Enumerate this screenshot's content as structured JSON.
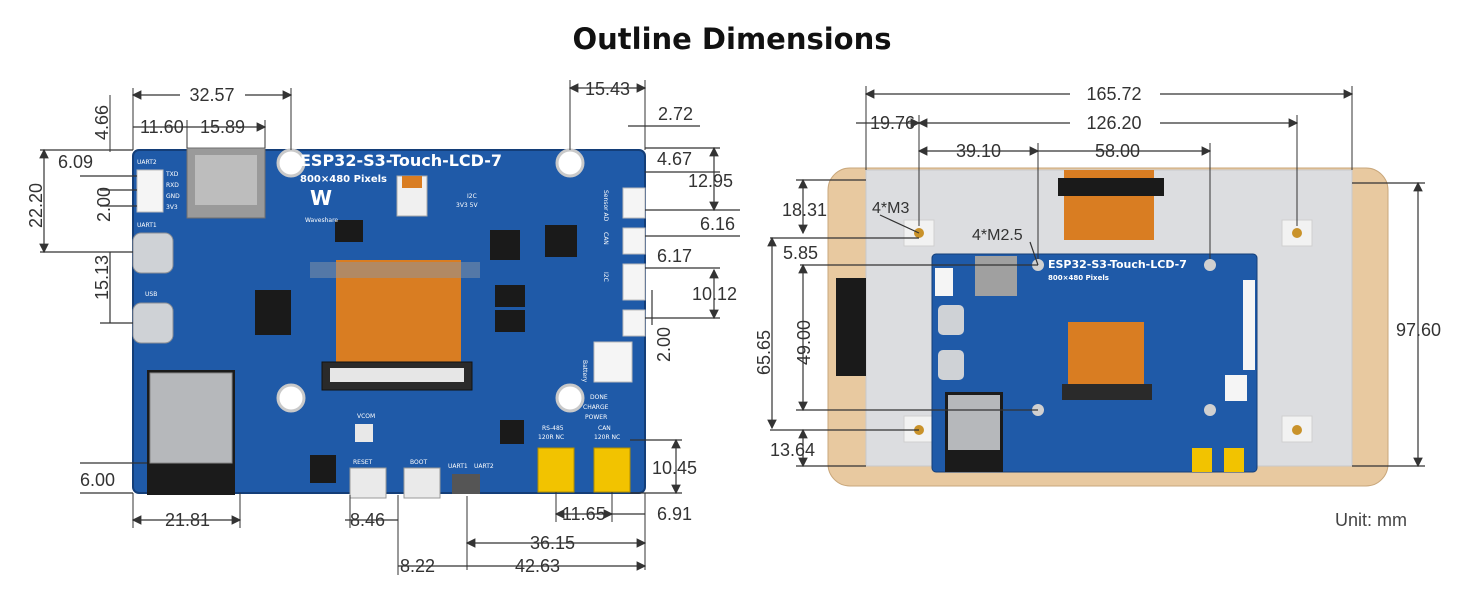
{
  "title": "Outline Dimensions",
  "unit": "Unit: mm",
  "left_board": {
    "board_name": "ESP32-S3-Touch-LCD-7",
    "resolution": "800×480 Pixels",
    "brand": "Waveshare",
    "silkscreen": {
      "uart2": "UART2",
      "uart1": "UART1",
      "usb": "USB",
      "txd": "TXD",
      "rxd": "RXD",
      "gnd": "GND",
      "v33": "3V3",
      "i2c": "I2C",
      "i2c_volt": "3V3 5V",
      "sensor_ad": "Sensor AD",
      "can": "CAN",
      "i2c_side": "I2C",
      "vcom": "VCOM",
      "reset": "RESET",
      "boot": "BOOT",
      "uart1_sw": "UART1",
      "uart2_sw": "UART2",
      "rs485": "RS-485",
      "can_term": "CAN",
      "term1": "120R NC",
      "term2": "120R NC",
      "done": "DONE",
      "charge": "CHARGE",
      "power": "POWER",
      "battery": "Battery"
    },
    "dimensions": {
      "d1": "32.57",
      "d2": "15.43",
      "d3": "4.66",
      "d4": "11.60",
      "d5": "15.89",
      "d6": "2.72",
      "d7": "4.67",
      "d8": "12.95",
      "d9": "6.09",
      "d10": "22.20",
      "d11": "2.00",
      "d12": "6.16",
      "d13": "6.17",
      "d14": "15.13",
      "d15": "10.12",
      "d16": "2.00",
      "d17": "10.45",
      "d18": "6.00",
      "d19": "21.81",
      "d20": "8.46",
      "d21": "11.65",
      "d22": "6.91",
      "d23": "36.15",
      "d24": "8.22",
      "d25": "42.63"
    }
  },
  "right_board": {
    "board_name": "ESP32-S3-Touch-LCD-7",
    "resolution": "800×480 Pixels",
    "hole_m3": "4*M3",
    "hole_m25": "4*M2.5",
    "dimensions": {
      "r1": "165.72",
      "r2": "19.76",
      "r3": "126.20",
      "r4": "39.10",
      "r5": "58.00",
      "r6": "18.31",
      "r7": "5.85",
      "r8": "65.65",
      "r9": "49.00",
      "r10": "97.60",
      "r11": "13.64"
    }
  },
  "colors": {
    "pcb": "#1f5aa8",
    "fpc": "#d97d22",
    "frame": "#e8c9a0",
    "panel": "#dcdde0"
  }
}
